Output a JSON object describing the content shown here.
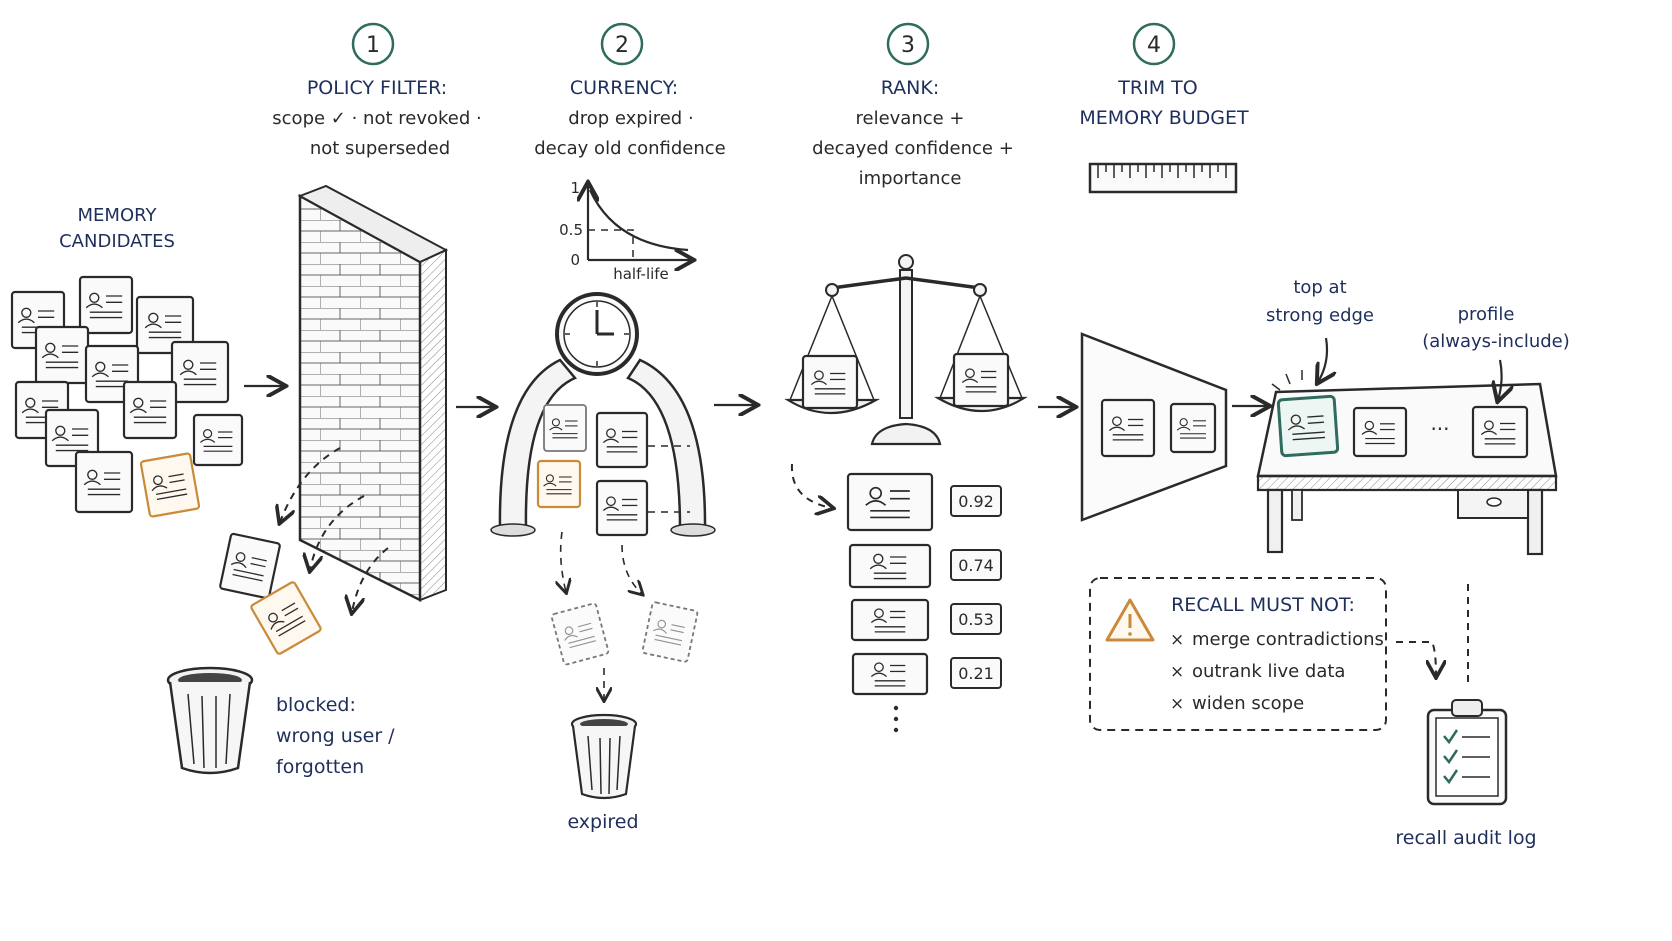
{
  "steps": [
    {
      "number": "1",
      "title": "POLICY FILTER:",
      "line1": "scope ✓ · not revoked ·",
      "line2": "not superseded",
      "line3": ""
    },
    {
      "number": "2",
      "title": "CURRENCY:",
      "line1": "drop expired ·",
      "line2": "decay old confidence",
      "line3": ""
    },
    {
      "number": "3",
      "title": "RANK:",
      "line1": "relevance +",
      "line2": "decayed confidence +",
      "line3": "importance"
    },
    {
      "number": "4",
      "title": "TRIM TO",
      "line1": "MEMORY BUDGET",
      "line2": "",
      "line3": ""
    }
  ],
  "candidates": {
    "line1": "MEMORY",
    "line2": "CANDIDATES"
  },
  "blocked": {
    "line1": "blocked:",
    "line2": "wrong user /",
    "line3": "forgotten"
  },
  "decay_chart": {
    "y_top": "1",
    "y_mid": "0.5",
    "y_bottom": "0",
    "x_label": "half-life"
  },
  "expired_label": "expired",
  "scores": [
    "0.92",
    "0.74",
    "0.53",
    "0.21"
  ],
  "annotations": {
    "top_line1": "top at",
    "top_line2": "strong edge",
    "profile_line1": "profile",
    "profile_line2": "(always-include)"
  },
  "ellipsis": "···",
  "warning": {
    "title": "RECALL MUST NOT:",
    "items": [
      "merge contradictions",
      "outrank live data",
      "widen scope"
    ]
  },
  "audit_label": "recall audit log",
  "colors": {
    "navy": "#1f2f5c",
    "teal": "#2f6b5f",
    "orange": "#c98a3a",
    "ink": "#2a2a2a"
  }
}
